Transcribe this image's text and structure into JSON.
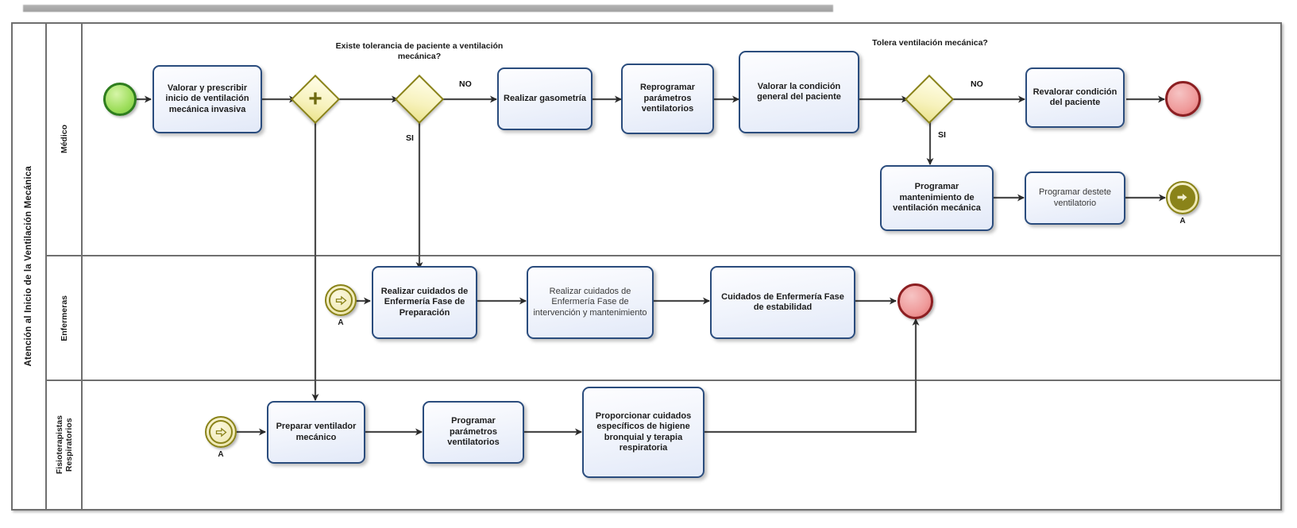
{
  "pool": {
    "title": "Atención al Inicio de la Ventilación Mecánica"
  },
  "lanes": [
    {
      "id": "medico",
      "label": "Médico"
    },
    {
      "id": "enfermeras",
      "label": "Enfermeras"
    },
    {
      "id": "fisio",
      "label": "Fisioterapistas\nRespiratorios"
    }
  ],
  "tasks": {
    "valorar_prescribir": "Valorar y prescribir inicio de ventilación mecánica invasiva",
    "realizar_gasometria": "Realizar gasometría",
    "reprogramar_parametros": "Reprogramar parámetros ventilatorios",
    "valorar_condicion": "Valorar  la condición general del paciente",
    "revalorar_condicion": "Revalorar condición del paciente",
    "programar_mantenimiento": "Programar mantenimiento de ventilación mecánica",
    "programar_destete": "Programar destete ventilatorio",
    "enf_preparacion": "Realizar cuidados de Enfermería Fase de Preparación",
    "enf_intervencion": "Realizar cuidados de Enfermería Fase de intervención y mantenimiento",
    "enf_estabilidad": "Cuidados de Enfermería Fase de estabilidad",
    "preparar_ventilador": "Preparar ventilador mecánico",
    "programar_parametros": "Programar parámetros ventilatorios",
    "higiene_bronquial": "Proporcionar cuidados específicos de higiene bronquial y terapia respiratoria"
  },
  "gateways": {
    "parallel_split": {
      "glyph": "+",
      "label": ""
    },
    "tolerancia": {
      "glyph": "",
      "label": "Existe tolerancia de paciente a ventilación mecánica?"
    },
    "tolera_vm": {
      "glyph": "",
      "label": "Tolera ventilación mecánica?"
    }
  },
  "edge_labels": {
    "no1": "NO",
    "si1": "SI",
    "no2": "NO",
    "si2": "SI"
  },
  "events": {
    "start": "start-event",
    "end_medico": "end-event",
    "end_enfermeras": "end-event",
    "link_throw_a": "A",
    "link_catch_enf_a": "A",
    "link_catch_fisio_a": "A"
  },
  "colors": {
    "task_border": "#2a4c7d",
    "task_fill": "#eaf0fb",
    "gateway_border": "#8a8319",
    "gateway_fill": "#f7f2bd",
    "start_border": "#2e7d1e",
    "start_fill": "#9ede5c",
    "end_border": "#8c1f22",
    "end_fill": "#ef9a9a",
    "pool_border": "#6f6f6f",
    "flow_line": "#3a3a3a"
  }
}
